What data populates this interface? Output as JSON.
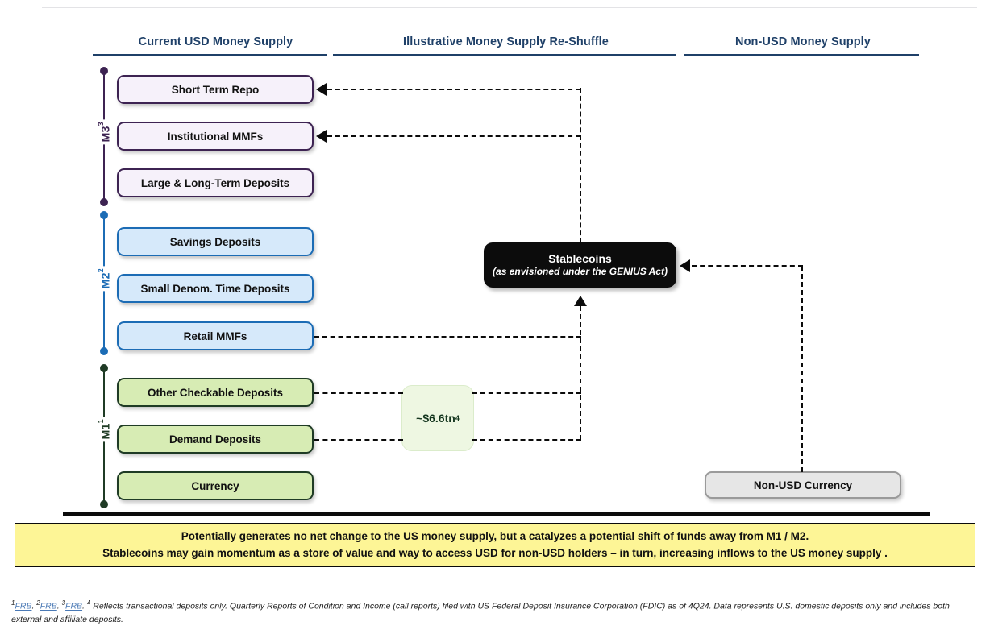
{
  "columns": [
    {
      "title": "Current USD Money Supply"
    },
    {
      "title": "Illustrative Money Supply Re-Shuffle"
    },
    {
      "title": "Non-USD Money Supply"
    }
  ],
  "aggregates": [
    {
      "id": "m3",
      "label": "M3",
      "footnote": "3",
      "color": "#3d2352"
    },
    {
      "id": "m2",
      "label": "M2",
      "footnote": "2",
      "color": "#1c6cb5"
    },
    {
      "id": "m1",
      "label": "M1",
      "footnote": "1",
      "color": "#1f3b25"
    }
  ],
  "boxes": {
    "m3": [
      {
        "label": "Short Term Repo"
      },
      {
        "label": "Institutional MMFs"
      },
      {
        "label": "Large & Long-Term Deposits"
      }
    ],
    "m2": [
      {
        "label": "Savings Deposits"
      },
      {
        "label": "Small Denom. Time Deposits"
      },
      {
        "label": "Retail MMFs"
      }
    ],
    "m1": [
      {
        "label": "Other Checkable Deposits"
      },
      {
        "label": "Demand Deposits"
      },
      {
        "label": "Currency"
      }
    ],
    "non_usd": [
      {
        "label": "Non-USD Currency"
      }
    ]
  },
  "stablecoins": {
    "title": "Stablecoins",
    "subtitle": "(as envisioned under the GENIUS Act)"
  },
  "amount_chip": {
    "value": "~$6.6tn",
    "footnote": "4"
  },
  "callout": {
    "line1": "Potentially generates no net change to the US money supply, but a catalyzes a potential shift of funds away from M1 / M2.",
    "line2": "Stablecoins may gain momentum as a store of value and way to access USD for non-USD holders – in turn, increasing inflows to the US money supply ."
  },
  "footnotes": {
    "marker1": "1",
    "link1": "FRB",
    "sep1": ". ",
    "marker2": "2",
    "link2": "FRB",
    "sep2": ". ",
    "marker3": "3",
    "link3": "FRB",
    "sep3": ". ",
    "marker4": "4",
    "text4": " Reflects transactional deposits only. Quarterly Reports of Condition and Income (call reports) filed with US Federal Deposit Insurance Corporation (FDIC) as of 4Q24. Data represents U.S. domestic deposits only and includes both external and affiliate deposits."
  },
  "theme": {
    "header_color": "#1f4068",
    "m3_fill": "#f6f1fa",
    "m3_border": "#3d2352",
    "m2_fill": "#d6e9fa",
    "m2_border": "#1c6cb5",
    "m1_fill": "#d7ecb4",
    "m1_border": "#1f3b25",
    "grey_fill": "#e6e6e6",
    "grey_border": "#9a9a9a",
    "stable_fill": "#0c0c0c",
    "chip_fill": "#eef7e2",
    "callout_fill": "#fdf596",
    "link_color": "#4a79b5"
  }
}
